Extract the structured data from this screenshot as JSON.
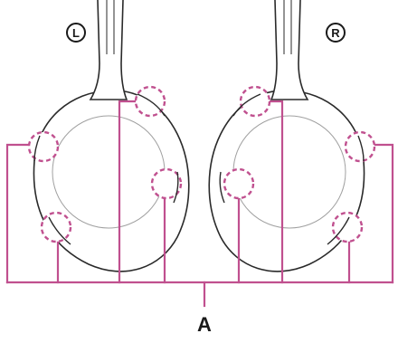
{
  "diagram": {
    "left_marker": "L",
    "right_marker": "R",
    "callout_label": "A"
  },
  "colors": {
    "callout": "#c0508f",
    "outline": "#2a2a2a",
    "inner_ring": "#9a9a9a",
    "background": "#ffffff"
  }
}
